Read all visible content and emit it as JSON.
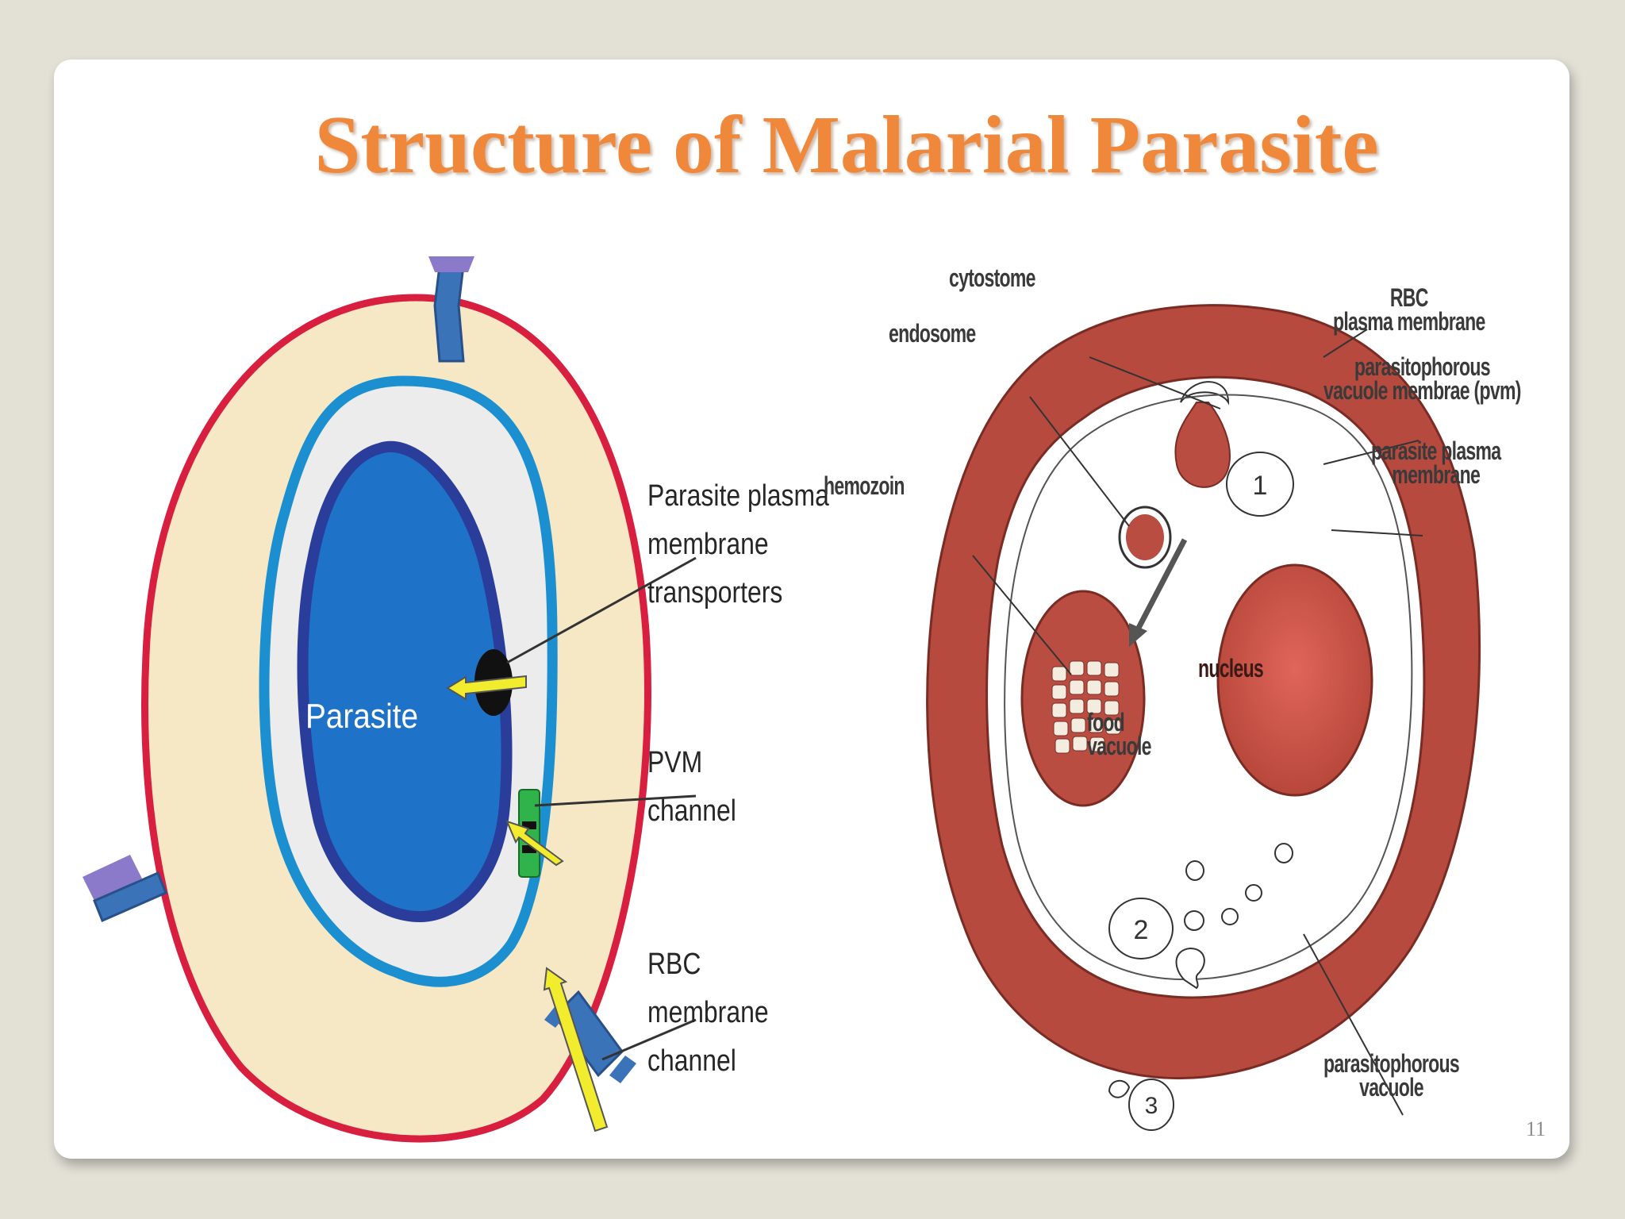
{
  "slide": {
    "title": "Structure of Malarial Parasite",
    "page_number": "11"
  },
  "figure_left": {
    "parasite_label": "Parasite",
    "labels": {
      "transporters": "Parasite plasma\nmembrane\ntransporters",
      "pvm_channel": "PVM\nchannel",
      "rbc_channel": "RBC\nmembrane\nchannel"
    },
    "colors": {
      "rbc_membrane": "#d81f3f",
      "rbc_cytoplasm": "#f6e8c5",
      "pvm": "#1b8fd0",
      "vacuole_space": "#ececec",
      "parasite": "#1e73c8",
      "parasite_border": "#2a3d9a",
      "arrow": "#f2ec2e",
      "pvm_channel": "#2fb34a",
      "channel_protein": "#3a73b8"
    }
  },
  "figure_right": {
    "labels": {
      "cytostome": "cytostome",
      "endosome": "endosome",
      "hemozoin": "hemozoin",
      "rbc_plasma_membrane": "RBC\nplasma membrane",
      "pvm": "parasitophorous\nvacuole membrae (pvm)",
      "parasite_plasma_membrane": "parasite plasma\nmembrane",
      "nucleus": "nucleus",
      "food_vacuole": "food\nvacuole",
      "parasitophorous_vacuole": "parasitophorous\nvacuole",
      "step_1": "1",
      "step_2": "2",
      "step_3": "3"
    },
    "colors": {
      "cell_ring": "#b64a3e",
      "organelle": "#b94d41",
      "nucleus_center": "#dd5d50",
      "outline": "#333333"
    }
  }
}
